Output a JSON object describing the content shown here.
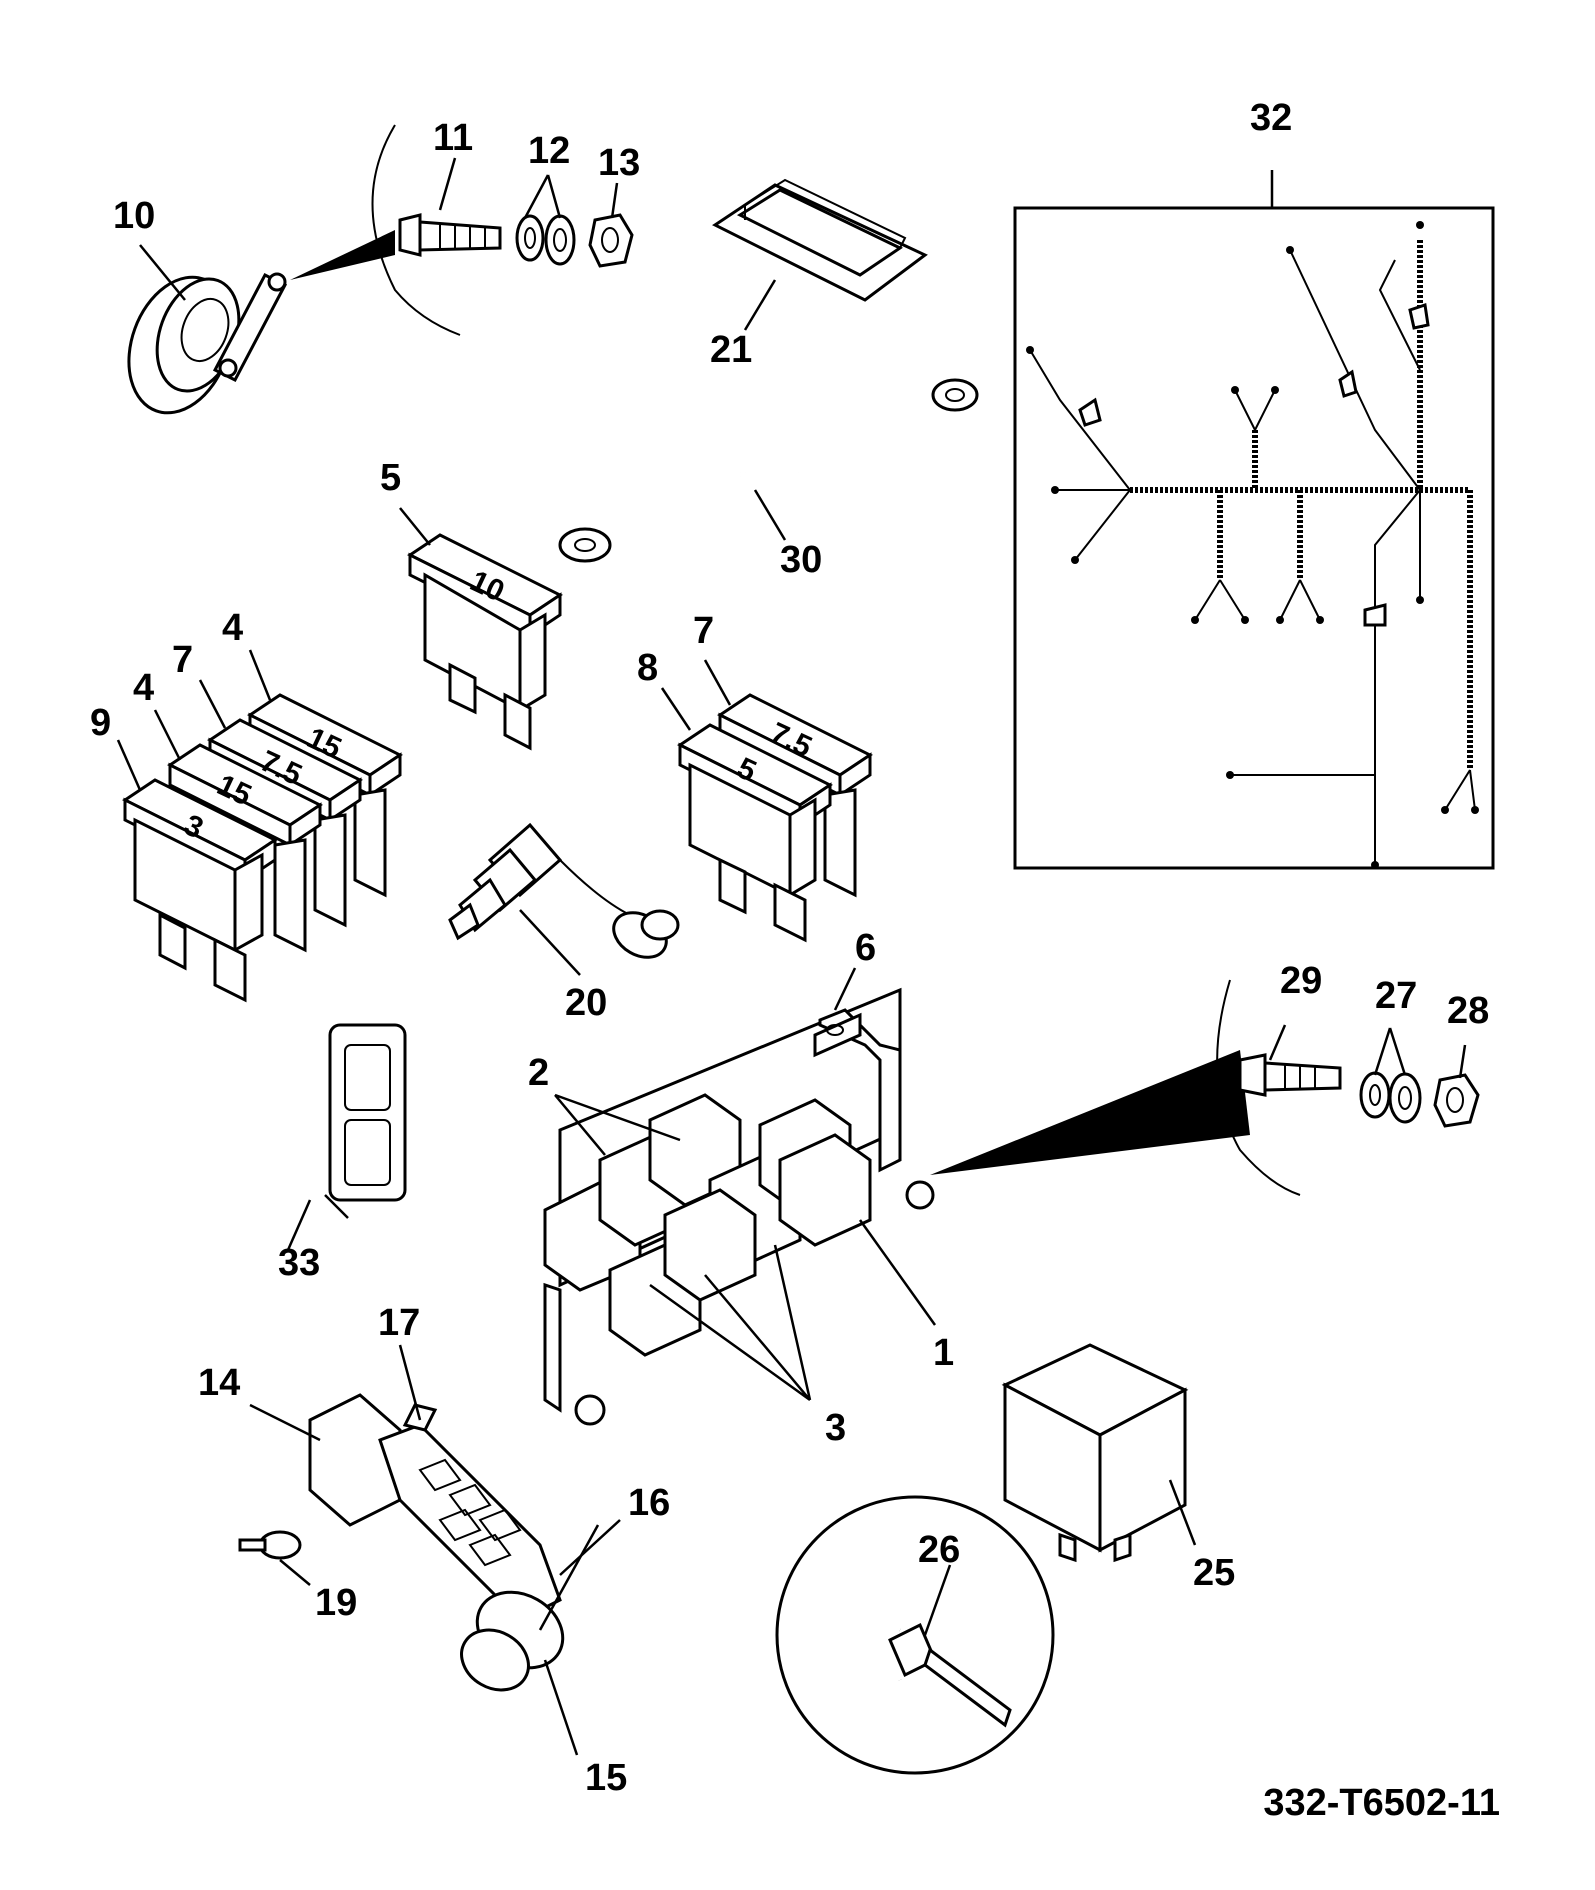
{
  "drawing_code": "332-T6502-11",
  "callouts": {
    "c1": "1",
    "c2": "2",
    "c3": "3",
    "c4a": "4",
    "c4b": "4",
    "c5": "5",
    "c6": "6",
    "c7a": "7",
    "c7b": "7",
    "c8": "8",
    "c9": "9",
    "c10": "10",
    "c11": "11",
    "c12": "12",
    "c13": "13",
    "c14": "14",
    "c15": "15",
    "c16": "16",
    "c17": "17",
    "c19": "19",
    "c20": "20",
    "c21": "21",
    "c25": "25",
    "c26": "26",
    "c27": "27",
    "c28": "28",
    "c29": "29",
    "c30": "30",
    "c32": "32",
    "c33": "33"
  },
  "fuse_ratings": {
    "f10": "10",
    "f15a": "15",
    "f7_5a": "7.5",
    "f15b": "15",
    "f3": "3",
    "f7_5b": "7.5",
    "f5": "5"
  }
}
